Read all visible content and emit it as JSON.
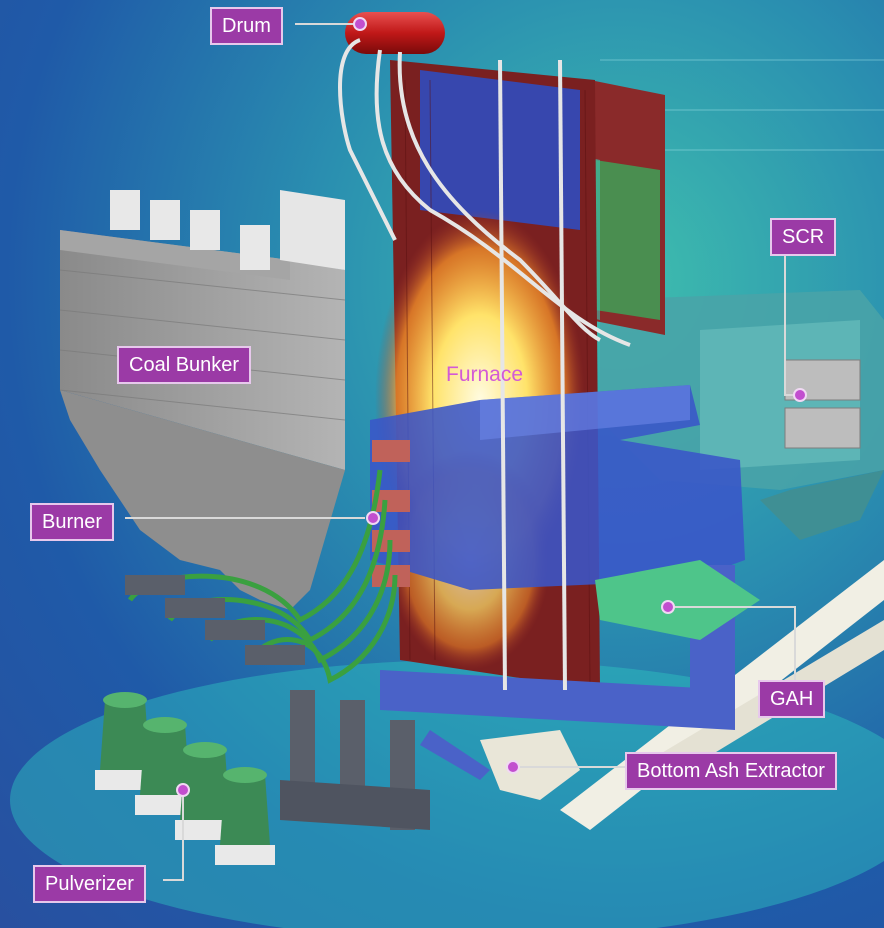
{
  "labels": {
    "drum": "Drum",
    "scr": "SCR",
    "coal_bunker": "Coal Bunker",
    "furnace": "Furnace",
    "burner": "Burner",
    "gah": "GAH",
    "bottom_ash_extractor": "Bottom Ash Extractor",
    "pulverizer": "Pulverizer"
  },
  "colors": {
    "label_bg": "#9b3aa6",
    "label_border": "#e7c8ec",
    "leader": "#d9d9d9",
    "dot": "#c24fcf",
    "furnace_text": "#d35ad6"
  }
}
